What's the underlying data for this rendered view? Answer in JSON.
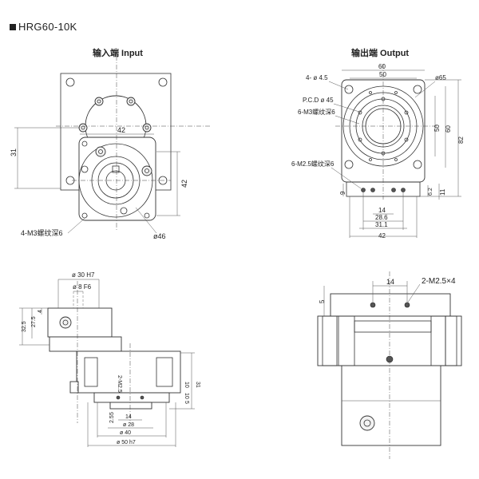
{
  "title": "HRG60-10K",
  "views": {
    "input": {
      "label": "输入端 Input",
      "dim_top": "42",
      "dim_right": "42",
      "dim_left": "31",
      "dim_dia": "ø46",
      "callout": "4-M3螺纹深6"
    },
    "output": {
      "label": "输出端 Output",
      "dim_top60": "60",
      "dim_top50": "50",
      "holes": "4- ø 4.5",
      "dia65": "ø65",
      "pcd": "P.C.D  ø 45",
      "m3": "6-M3螺纹深6",
      "m25": "6-M2.5螺纹深6",
      "dim_r50": "50",
      "dim_r60": "60",
      "dim_r82": "82",
      "dim_9": "9",
      "dim_14": "14",
      "dim_286": "28.6",
      "dim_311": "31.1",
      "dim_42": "42",
      "dim_62": "6.2",
      "dim_11": "11"
    },
    "side": {
      "d30": "ø 30 H7",
      "d8": "ø 8 F6",
      "d4": "4",
      "d275": "27.5",
      "d325": "32.5",
      "m25": "2-M2.5",
      "d31": "31",
      "d10a": "10",
      "d10b": "10",
      "d5": "5",
      "d25": "2.5",
      "d14": "14",
      "d28": "ø 28",
      "d40": "ø 40",
      "d50": "ø 50 h7",
      "d5b": "5"
    },
    "front": {
      "d14": "14",
      "callout": "2-M2.5×4",
      "d5": "5"
    }
  }
}
